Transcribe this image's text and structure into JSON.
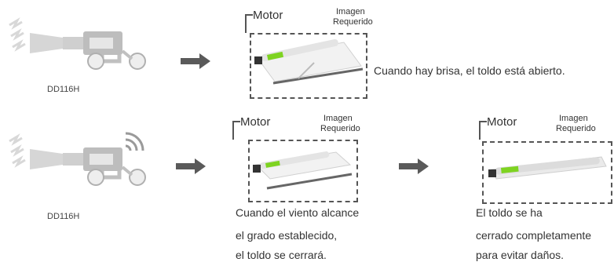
{
  "row1": {
    "model_label": "DD116H",
    "motor_label": "Motor",
    "image_note_1": "Imagen",
    "image_note_2": "Requerido",
    "caption": "Cuando hay brisa, el toldo está abierto."
  },
  "row2": {
    "model_label": "DD116H",
    "panel1": {
      "motor_label": "Motor",
      "image_note_1": "Imagen",
      "image_note_2": "Requerido",
      "caption_lines": [
        "Cuando el viento alcance",
        "el grado establecido,",
        "el toldo se cerrará."
      ]
    },
    "panel2": {
      "motor_label": "Motor",
      "image_note_1": "Imagen",
      "image_note_2": "Requerido",
      "caption_lines": [
        "El toldo se ha",
        "cerrado completamente",
        "para evitar daños."
      ]
    }
  },
  "colors": {
    "accent_arrow": "#5a5a5a",
    "motor_green": "#7ed321",
    "sensor_body": "#bdbdbd"
  }
}
